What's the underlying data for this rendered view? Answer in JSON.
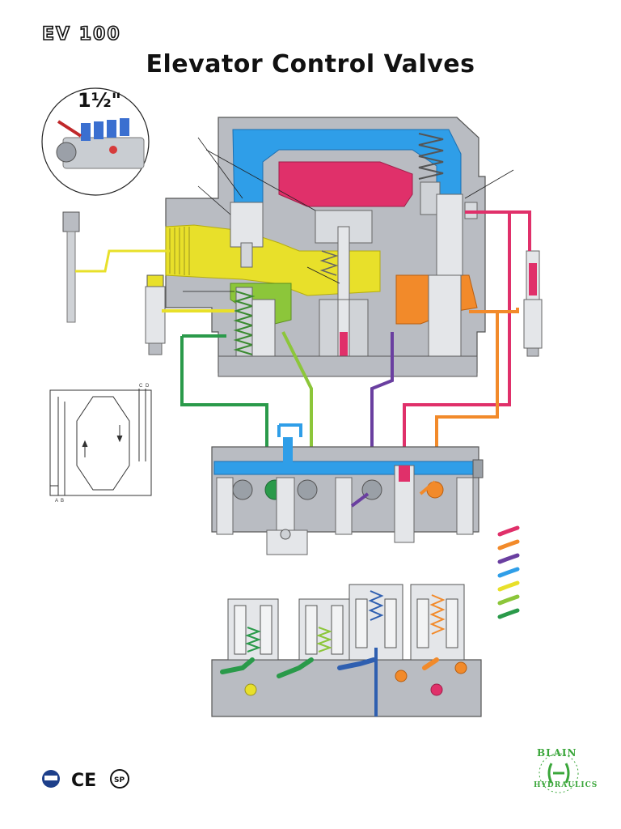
{
  "header": {
    "logo_text": "EV 100",
    "title": "Elevator Control Valves",
    "size_label": "1½\""
  },
  "schematic": {
    "label_a": "A",
    "label_b": "B",
    "label_c": "C",
    "label_d": "D"
  },
  "brand": {
    "name": "BLAIN",
    "subtitle": "HYDRAULICS"
  },
  "certifications": {
    "ce": "CE"
  },
  "colors": {
    "blue": "#2f9ee8",
    "magenta": "#e0306a",
    "orange": "#f28a2a",
    "purple": "#6a3fa0",
    "yellow": "#e8e02a",
    "light_green": "#8cc63a",
    "dark_green": "#2a9a4a",
    "body_gray": "#b9bcc2",
    "brand_green": "#3aa63a"
  }
}
